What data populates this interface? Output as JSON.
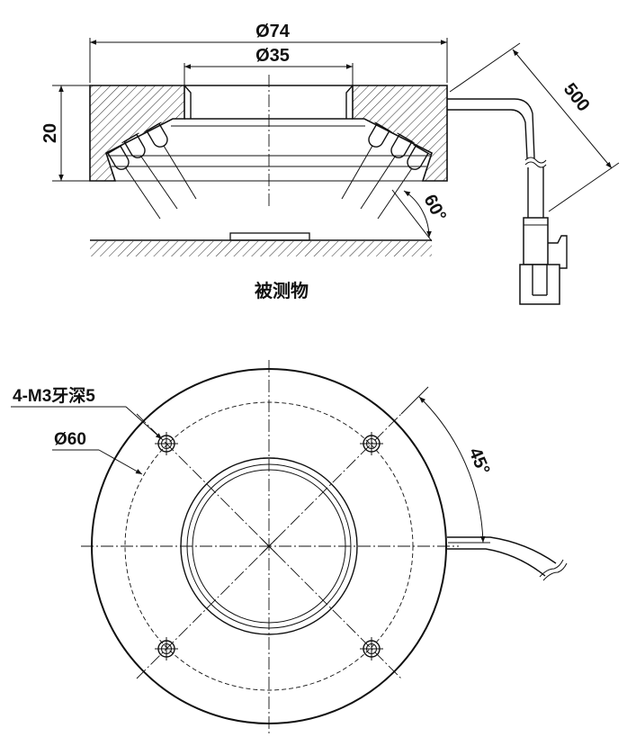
{
  "side_view": {
    "dim_outer": "Ø74",
    "dim_inner": "Ø35",
    "dim_height": "20",
    "dim_cable": "500",
    "dim_angle": "60°",
    "object_label": "被测物"
  },
  "top_view": {
    "thread_label": "4-M3牙深5",
    "bolt_circle": "Ø60",
    "dim_angle": "45°"
  }
}
